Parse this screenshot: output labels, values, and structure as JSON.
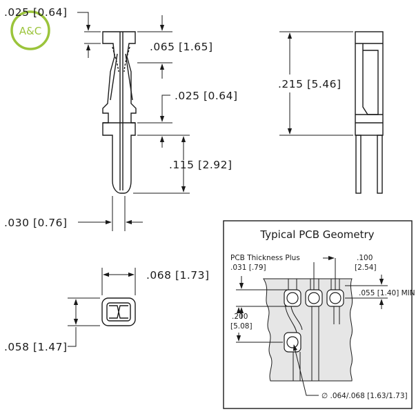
{
  "logo": {
    "text": "A&C",
    "color": "#9bc43b"
  },
  "colors": {
    "line": "#1a1a1a",
    "pcb_fill": "#e6e6e6",
    "background": "#ffffff"
  },
  "dimensions": {
    "top_tab": ".025 [0.64]",
    "head_height": ".065 [1.65]",
    "barb_gap": ".025 [0.64]",
    "tip_length": ".115 [2.92]",
    "pin_width": ".030 [0.76]",
    "side_height": ".215 [5.46]",
    "end_width": ".068 [1.73]",
    "end_height": ".058 [1.47]"
  },
  "pcb": {
    "title": "Typical PCB Geometry",
    "thickness_label": "PCB Thickness Plus",
    "thickness_value": ".031 [.79]",
    "pitch_in": ".100",
    "pitch_mm": "[2.54]",
    "offset": ".055 [1.40] MIN",
    "row_in": ".200",
    "row_mm": "[5.08]",
    "hole": "∅ .064/.068 [1.63/1.73]"
  }
}
